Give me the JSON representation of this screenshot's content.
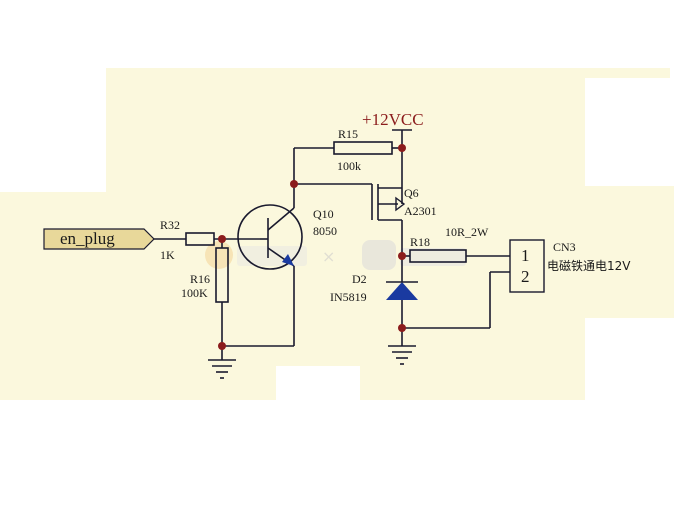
{
  "colors": {
    "background_panel": "#fbf8dd",
    "wire": "#1a1a2e",
    "junction": "#8b1c1c",
    "vcc_label": "#8b1c1c",
    "port_fill": "#e8d89a"
  },
  "labels": {
    "vcc": "+12VCC",
    "port": "en_plug",
    "r32_ref": "R32",
    "r32_val": "1K",
    "r16_ref": "R16",
    "r16_val": "100K",
    "r15_ref": "R15",
    "r15_val": "100k",
    "q10_ref": "Q10",
    "q10_val": "8050",
    "q6_ref": "Q6",
    "q6_val": "A2301",
    "r18_ref": "R18",
    "r18_val": "10R_2W",
    "d2_ref": "D2",
    "d2_val": "IN5819",
    "cn3_ref": "CN3",
    "cn3_val": "电磁铁通电12V",
    "cn3_pin1": "1",
    "cn3_pin2": "2"
  },
  "icons": {
    "ground": "ground-icon",
    "npn": "npn-transistor-icon",
    "pmos": "pmos-transistor-icon",
    "diode": "diode-icon"
  }
}
